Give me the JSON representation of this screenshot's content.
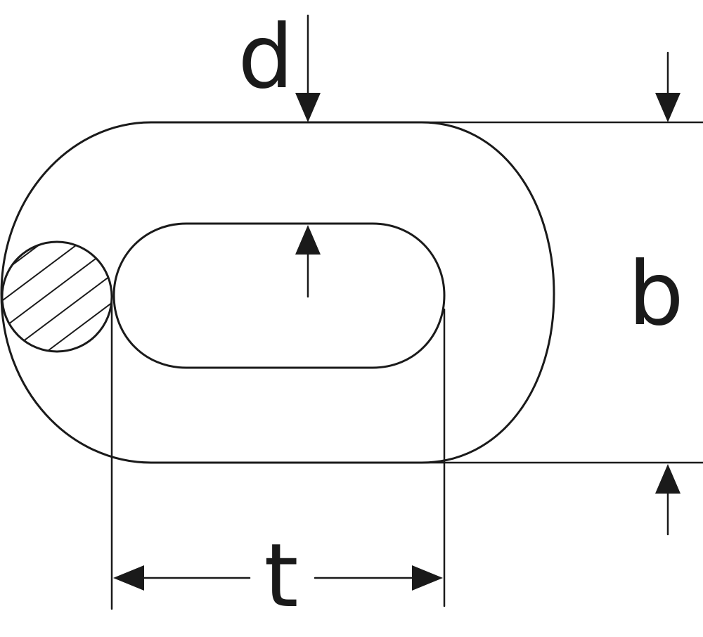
{
  "labels": {
    "d": "d",
    "b": "b",
    "t": "t"
  },
  "colors": {
    "stroke": "#1a1a1a",
    "background": "#ffffff"
  }
}
